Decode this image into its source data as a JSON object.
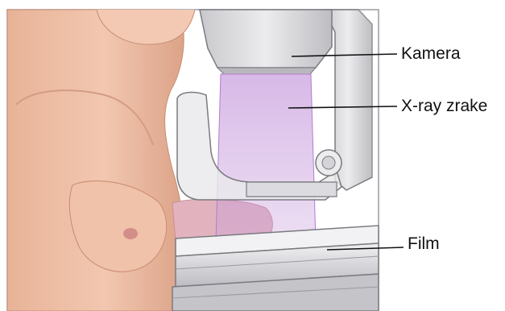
{
  "labels": {
    "kamera": "Kamera",
    "xray": "X-ray zrake",
    "film": "Film"
  },
  "colors": {
    "skin": "#eab9a0",
    "skin_shadow": "#cf9278",
    "machine": "#e4e4e6",
    "machine_shadow": "#b8b8bc",
    "outline": "#7a7a80",
    "xray_beam": "#c08ad8",
    "background": "#ffffff"
  }
}
